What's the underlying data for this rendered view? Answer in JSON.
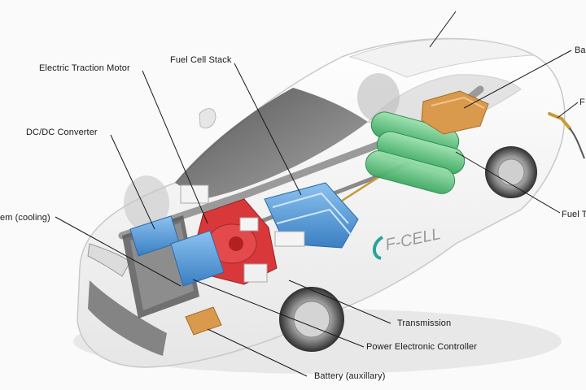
{
  "labels": {
    "electric_traction_motor": "Electric Traction Motor",
    "fuel_cell_stack": "Fuel Cell Stack",
    "dc_dc_converter": "DC/DC Converter",
    "cooling_system": "em (cooling)",
    "transmission": "Transmission",
    "power_electronic_controller": "Power Electronic Controller",
    "battery_auxillary": "Battery (auxillary)",
    "battery_right": "Ba",
    "fuel_right_partial": "F",
    "fuel_tank_right": "Fuel T",
    "logo_text": "F-CELL"
  },
  "colors": {
    "accent_red": "#d8383a",
    "battery_blue": "#4d94d6",
    "tank_green": "#5cc27a",
    "battery_orange": "#d99a4e",
    "logo_teal": "#2aa39a"
  }
}
